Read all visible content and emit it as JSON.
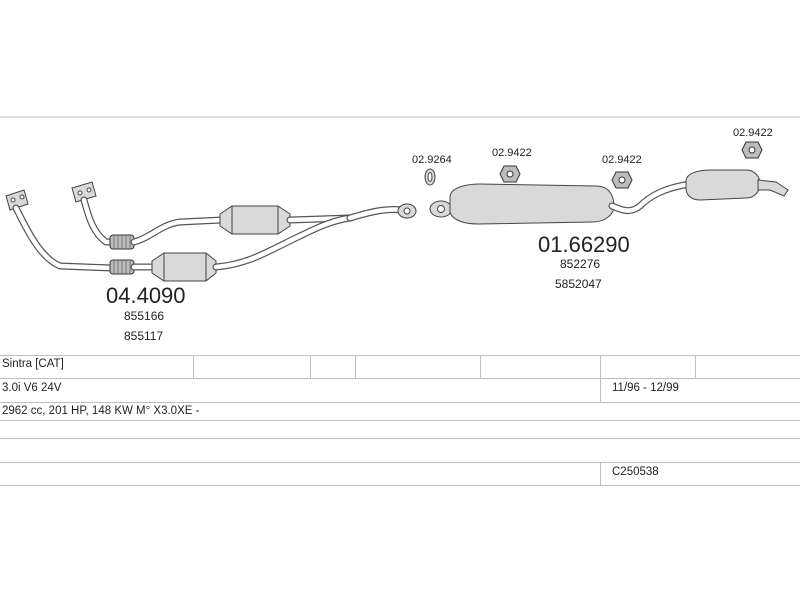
{
  "diagram": {
    "front_pipe": {
      "part_number": "04.4090",
      "oe_numbers": [
        "855166",
        "855117"
      ]
    },
    "rear_section": {
      "part_number": "01.66290",
      "oe_numbers": [
        "852276",
        "5852047"
      ]
    },
    "accessories": [
      {
        "code": "02.9264"
      },
      {
        "code": "02.9422"
      },
      {
        "code": "02.9422"
      },
      {
        "code": "02.9422"
      }
    ]
  },
  "vehicle_table": {
    "model": "Sintra  [CAT]",
    "engine": "3.0i  V6 24V",
    "period": "11/96 - 12/99",
    "spec": "2962 cc, 201 HP, 148 KW M° X3.0XE -",
    "kit_code": "C250538"
  }
}
